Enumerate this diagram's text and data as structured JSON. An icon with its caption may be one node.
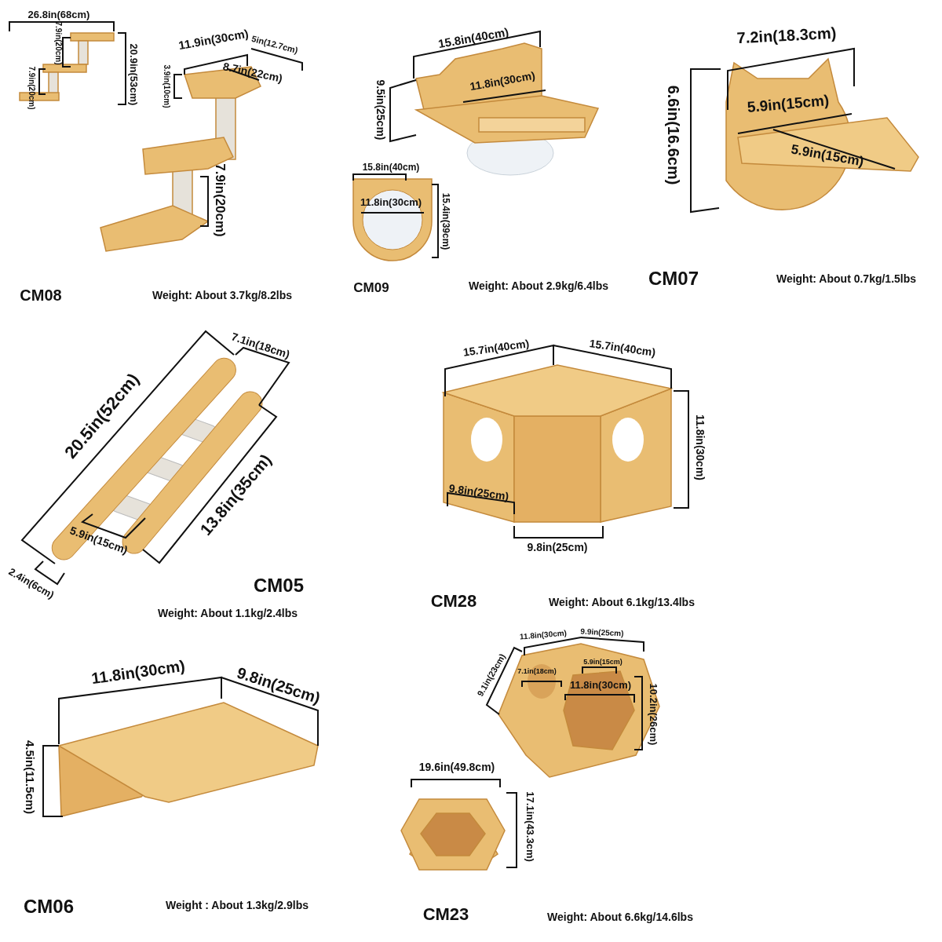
{
  "diagram": {
    "labels": [
      "26.8in(68cm)",
      "7.9in(20cm)",
      "20.9in(53cm)",
      "7.9in(20cm)",
      "11.9in(30cm)",
      "5in(12.7cm)",
      "8.7in(22cm)",
      "3.9in(10cm)",
      "7.9in(20cm)",
      "CM08",
      "Weight: About 3.7kg/8.2lbs",
      "15.8in(40cm)",
      "9.5in(25cm)",
      "11.8in(30cm)",
      "15.8in(40cm)",
      "11.8in(30cm)",
      "15.4in(39cm)",
      "CM09",
      "Weight: About 2.9kg/6.4lbs",
      "7.2in(18.3cm)",
      "6.6in(16.6cm)",
      "5.9in(15cm)",
      "5.9in(15cm)",
      "CM07",
      "Weight: About 0.7kg/1.5lbs",
      "7.1in(18cm)",
      "20.5in(52cm)",
      "13.8in(35cm)",
      "5.9in(15cm)",
      "2.4in(6cm)",
      "CM05",
      "Weight: About 1.1kg/2.4lbs",
      "15.7in(40cm)",
      "15.7in(40cm)",
      "11.8in(30cm)",
      "9.8in(25cm)",
      "9.8in(25cm)",
      "CM28",
      "Weight: About 6.1kg/13.4lbs",
      "11.8in(30cm)",
      "9.9in(25cm)",
      "9.1in(23cm)",
      "7.1in(18cm)",
      "5.9in(15cm)",
      "11.8in(30cm)",
      "10.2in(26cm)",
      "19.6in(49.8cm)",
      "17.1in(43.3cm)",
      "CM23",
      "Weight: About 6.6kg/14.6lbs",
      "11.8in(30cm)",
      "9.8in(25cm)",
      "4.5in(11.5cm)",
      "CM06",
      "Weight : About 1.3kg/2.9lbs"
    ]
  }
}
